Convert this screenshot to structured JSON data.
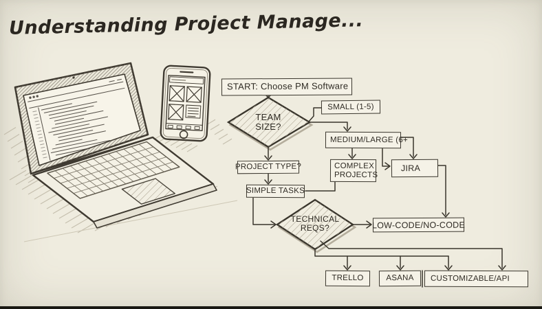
{
  "page": {
    "title": "Understanding Project Manage..."
  },
  "colors": {
    "paper": "#efecdf",
    "ink": "#39352c",
    "pencil_shadow": "#b4ad9c",
    "node_fill": "#f5f2e7",
    "bottom_bar": "#191812"
  },
  "illustration": {
    "items": [
      "laptop-code-editor-sketch",
      "smartphone-wireframe-sketch"
    ]
  },
  "flowchart": {
    "nodes": {
      "start": {
        "label": "START: Choose PM Software"
      },
      "team_size": {
        "line1": "TEAM",
        "line2": "SIZE?"
      },
      "small": {
        "label": "SMALL (1-5)"
      },
      "medium_large": {
        "label": "MEDIUM/LARGE (6+"
      },
      "project_type": {
        "label": "PROJECT TYPE?"
      },
      "complex_projects": {
        "line1": "COMPLEX",
        "line2": "PROJECTS"
      },
      "jira": {
        "label": "JIRA"
      },
      "simple_tasks": {
        "label": "SIMPLE TASKS"
      },
      "technical_reqs": {
        "line1": "TECHNICAL",
        "line2": "REQS?"
      },
      "low_code": {
        "label": "LOW-CODE/NO-CODE"
      },
      "trello": {
        "label": "TRELLO"
      },
      "asana": {
        "label": "ASANA"
      },
      "customizable": {
        "label": "CUSTOMIZABLE/API"
      }
    },
    "edges": [
      {
        "from": "start",
        "to": "team_size"
      },
      {
        "from": "team_size",
        "to": "small"
      },
      {
        "from": "team_size",
        "to": "medium_large"
      },
      {
        "from": "team_size",
        "to": "project_type"
      },
      {
        "from": "medium_large",
        "to": "complex_projects"
      },
      {
        "from": "medium_large",
        "to": "jira"
      },
      {
        "from": "project_type",
        "to": "simple_tasks"
      },
      {
        "from": "complex_projects",
        "to": "simple_tasks"
      },
      {
        "from": "simple_tasks",
        "to": "technical_reqs"
      },
      {
        "from": "technical_reqs",
        "to": "low_code"
      },
      {
        "from": "jira",
        "to": "low_code"
      },
      {
        "from": "technical_reqs",
        "to": "trello"
      },
      {
        "from": "technical_reqs",
        "to": "asana"
      },
      {
        "from": "technical_reqs",
        "to": "customizable"
      }
    ]
  }
}
